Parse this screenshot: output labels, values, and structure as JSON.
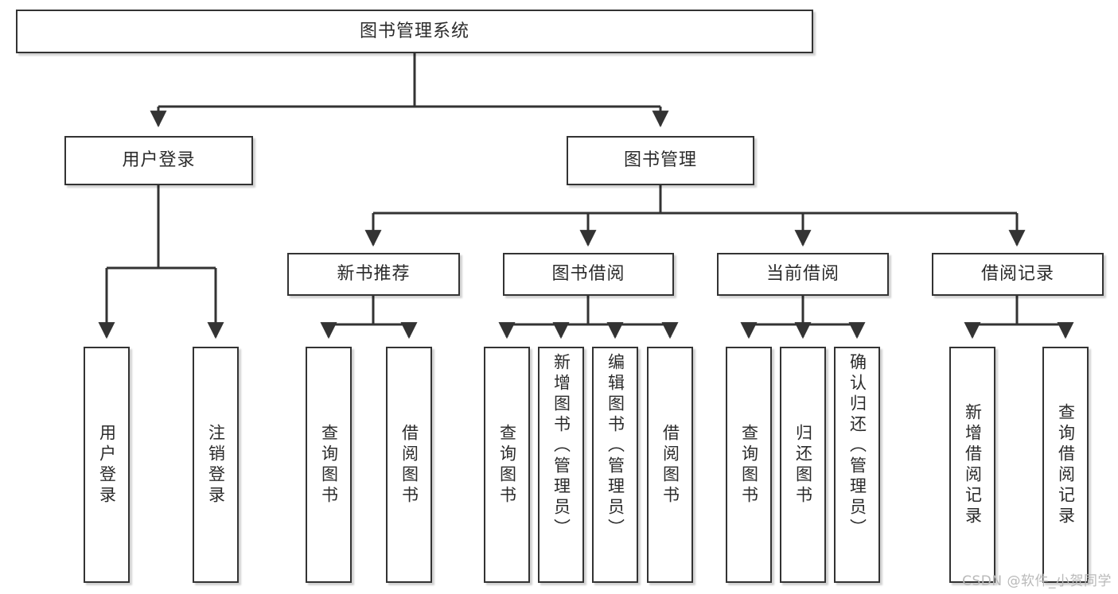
{
  "diagram": {
    "type": "tree-hierarchy-diagram",
    "title": "图书管理系统",
    "colors": {
      "box_border": "#333333",
      "box_fill": "#ffffff",
      "text": "#2b2b2b",
      "connector": "#333333",
      "watermark": "#b9b9b9",
      "background": "#ffffff"
    },
    "root": {
      "label": "图书管理系统"
    },
    "level2": [
      {
        "label": "用户登录"
      },
      {
        "label": "图书管理"
      }
    ],
    "level3": [
      {
        "label": "新书推荐"
      },
      {
        "label": "图书借阅"
      },
      {
        "label": "当前借阅"
      },
      {
        "label": "借阅记录"
      }
    ],
    "leaves": {
      "user_login": [
        {
          "label": "用户登录"
        },
        {
          "label": "注销登录"
        }
      ],
      "new_book_recommend": [
        {
          "label": "查询图书"
        },
        {
          "label": "借阅图书"
        }
      ],
      "book_borrow": [
        {
          "label": "查询图书"
        },
        {
          "label": "新增图书（管理员）"
        },
        {
          "label": "编辑图书（管理员）"
        },
        {
          "label": "借阅图书"
        }
      ],
      "current_borrow": [
        {
          "label": "查询图书"
        },
        {
          "label": "归还图书"
        },
        {
          "label": "确认归还（管理员）"
        }
      ],
      "borrow_record": [
        {
          "label": "新增借阅记录"
        },
        {
          "label": "查询借阅记录"
        }
      ]
    }
  },
  "watermark": {
    "text": "CSDN @软件_小贺同学"
  }
}
